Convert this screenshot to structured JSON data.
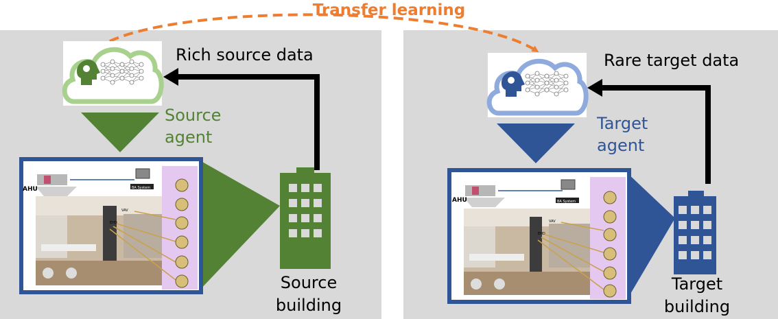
{
  "title": "Transfer learning",
  "source": {
    "data_label": "Rich source data",
    "agent_label": "Source\nagent",
    "building_label": "Source\nbuilding",
    "color": "#548235",
    "cloud_color": "#a9d18e"
  },
  "target": {
    "data_label": "Rare target data",
    "agent_label": "Target\nagent",
    "building_label": "Target\nbuilding",
    "color": "#2f5597",
    "cloud_color": "#8faadc"
  },
  "screen": {
    "ahu_label": "AHU",
    "ba_label": "BA System",
    "vav_label": "VAV",
    "ehd_label": "EHD"
  },
  "colors": {
    "transfer": "#ed7d31",
    "panel": "#d9d9d9",
    "sidepanel": "#e4c8ef"
  }
}
